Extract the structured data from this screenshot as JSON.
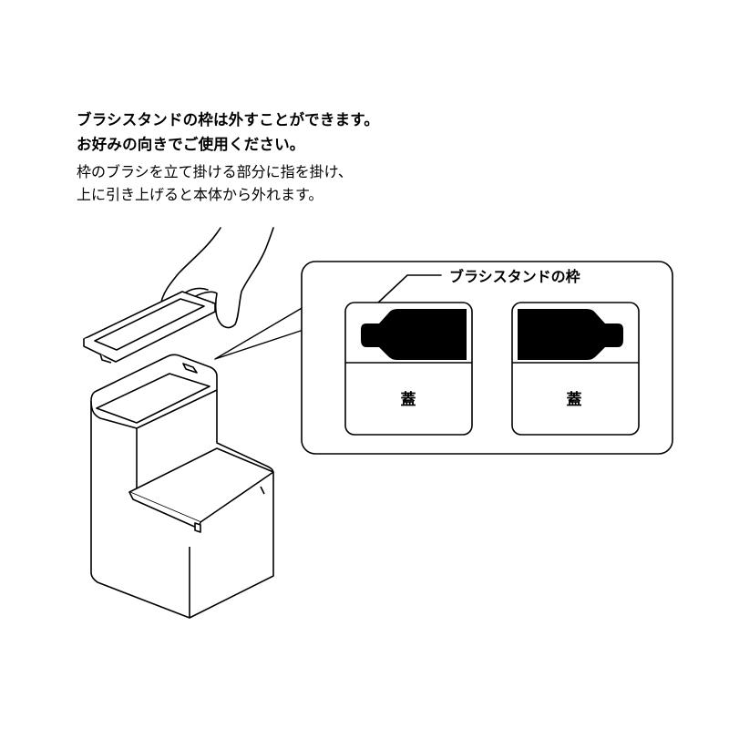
{
  "heading": {
    "line1": "ブラシスタンドの枠は外すことができます。",
    "line2": "お好みの向きでご使用ください。"
  },
  "body": {
    "line1": "枠のブラシを立て掛ける部分に指を掛け、",
    "line2": "上に引き上げると本体から外れます。"
  },
  "callout": {
    "label": "ブラシスタンドの枠",
    "left_lid_label": "蓋",
    "right_lid_label": "蓋"
  }
}
